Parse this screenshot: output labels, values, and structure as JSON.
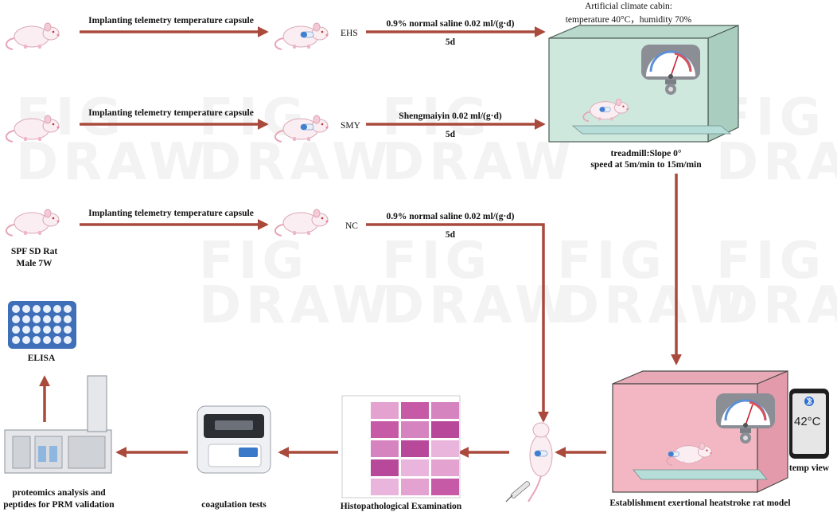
{
  "groups": {
    "ehs": {
      "step1": "Implanting telemetry temperature capsule",
      "group_code": "EHS",
      "treatment": "0.9% normal saline 0.02 ml/(g·d)",
      "duration": "5d"
    },
    "smy": {
      "step1": "Implanting telemetry temperature capsule",
      "group_code": "SMY",
      "treatment": "Shengmaiyin 0.02 ml/(g·d)",
      "duration": "5d"
    },
    "nc": {
      "step1": "Implanting telemetry temperature capsule",
      "group_code": "NC",
      "treatment": "0.9% normal saline 0.02 ml/(g·d)",
      "duration": "5d"
    }
  },
  "rat_info": {
    "line1": "SPF SD Rat",
    "line2": "Male 7W"
  },
  "climate_cabin": {
    "title_line1": "Artificial climate cabin:",
    "title_line2": "temperature 40°C，humidity 70%",
    "treadmill_line1": "treadmill:Slope 0°",
    "treadmill_line2": "speed at 5m/min to 15m/min"
  },
  "model_box": {
    "caption": "Establishment exertional heatstroke rat model"
  },
  "temp_view": {
    "reading": "42°C",
    "caption": "temp view"
  },
  "downstream": {
    "histo": "Histopathological Examination",
    "coag": "coagulation tests",
    "proteomics_line1": "proteomics analysis and",
    "proteomics_line2": "peptides for PRM validation",
    "elisa": "ELISA"
  },
  "colors": {
    "arrow": "#a94a3c",
    "cabin_green": "#cfe8de",
    "cabin_pink": "#f2b7c2"
  }
}
